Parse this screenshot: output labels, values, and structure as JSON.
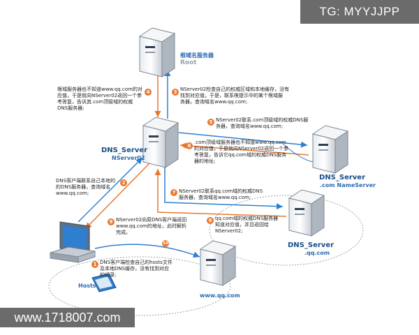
{
  "watermarks": {
    "top": "TG: MYYJJPP",
    "bottom": "www.1718007.com"
  },
  "servers": {
    "root": {
      "title": "根域名服务器",
      "subtitle": "Root"
    },
    "dns_main": {
      "title": "DNS_Server",
      "subtitle": "NServer02"
    },
    "dns_com": {
      "title": "DNS_Server",
      "subtitle": ".com NameServer"
    },
    "dns_qq": {
      "title": "DNS_Server",
      "subtitle": ".qq.com"
    },
    "host": {
      "title": "Hosts"
    },
    "web": {
      "title": "www.qq.com"
    }
  },
  "steps": [
    {
      "n": "1",
      "text": "DNS客户端检查自己的hosts文件\n及本地DNS缓存，没有找到对应\n的记录;"
    },
    {
      "n": "2",
      "text": "DNS客户端联系自己本地的\n的DNS服务器，查询域名\nwww.qq.com;"
    },
    {
      "n": "3",
      "text": "NServer02检查自己的权威区域和本地缓存，没有\n找到对应值，于是，联系根提示中的某个根域服\n务器，查询域名www.qq.com;"
    },
    {
      "n": "4",
      "text": "根域服务器也不知道www.qq.com的对\n应值，于是就向NServer02返回一个参\n考答复，告诉其.com顶级域的权威\nDNS服务器;"
    },
    {
      "n": "5",
      "text": "NServer02联系.com顶级域的权威DNS服\n务器，查询域名www.qq.com;"
    },
    {
      "n": "6",
      "text": ".com顶级域服务器也不知道www.qq.com\n的对应值，于是就向NServer02返回一个参\n考答复，告诉它qq.com域的权威DNS服务\n器的地址;"
    },
    {
      "n": "7",
      "text": "NServer02联系qq.com域的权威DNS\n服务器，查询域名www.qq.com;"
    },
    {
      "n": "8",
      "text": "qq.com域的权威DNS服务器\n知道对应值，并且返回给\nNServer02;"
    },
    {
      "n": "9",
      "text": "NServer02向原DNS客户端返回\nwww.qq.com的地址，此时解析\n完成。"
    },
    {
      "n": "10",
      "text": ""
    }
  ],
  "colors": {
    "arrow_blue": "#2f7fd0",
    "arrow_orange": "#e9782f",
    "ring_gray": "#9aa3ad",
    "badge": "#e9782f"
  }
}
